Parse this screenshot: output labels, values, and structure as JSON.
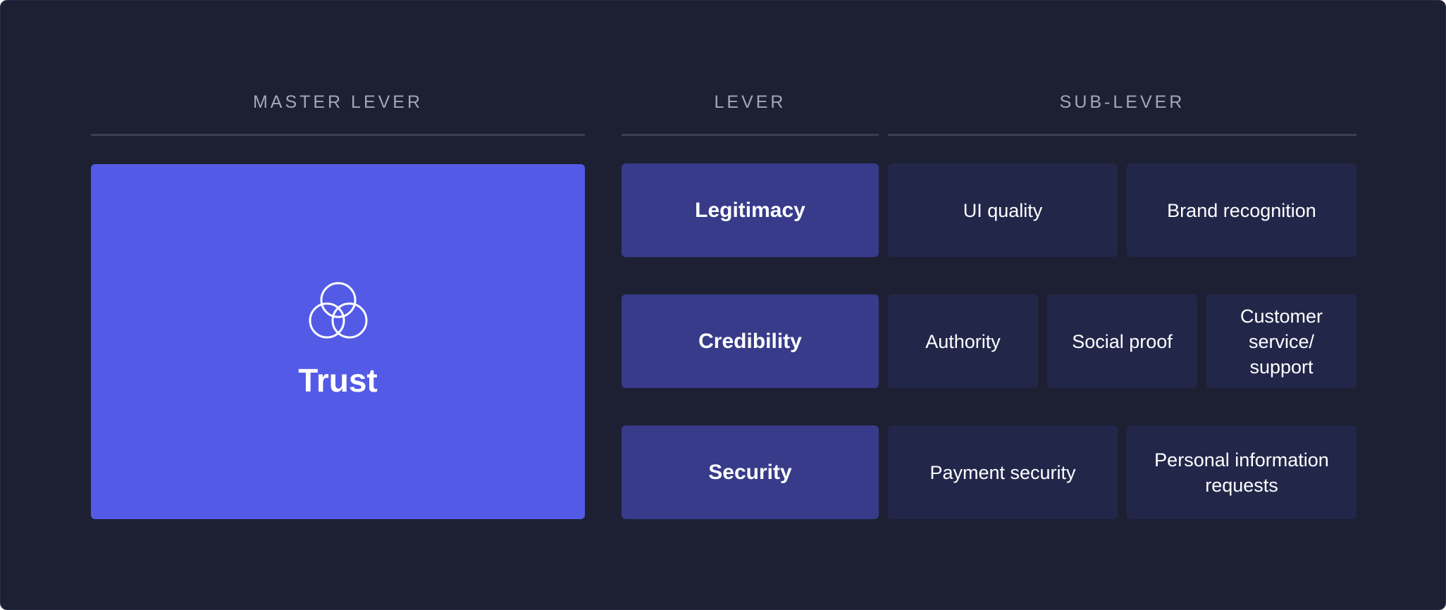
{
  "headers": {
    "master": "MASTER LEVER",
    "lever": "LEVER",
    "sub_lever": "SUB-LEVER"
  },
  "master_lever": {
    "label": "Trust",
    "icon": "venn-three-circles-icon"
  },
  "rows": [
    {
      "lever": "Legitimacy",
      "sub_levers": [
        "UI quality",
        "Brand recognition"
      ]
    },
    {
      "lever": "Credibility",
      "sub_levers": [
        "Authority",
        "Social proof",
        "Customer service/ support"
      ]
    },
    {
      "lever": "Security",
      "sub_levers": [
        "Payment security",
        "Personal information requests"
      ]
    }
  ],
  "colors": {
    "background": "#1c2032",
    "master_fill": "#535be6",
    "lever_fill": "#373b89",
    "sub_lever_fill": "#22274a",
    "header_text": "#a3a7b7",
    "rule": "#3a3e52"
  }
}
